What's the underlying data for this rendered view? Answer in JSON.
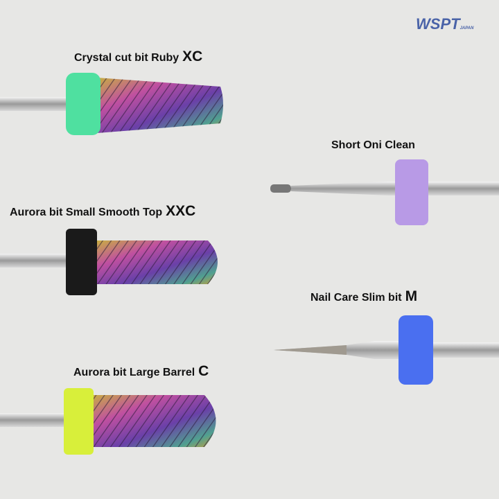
{
  "logo": {
    "text": "WSPT",
    "sub": "JAPAN"
  },
  "products": [
    {
      "name": "Crystal cut bit  Ruby",
      "grit": "XC",
      "collar_color": "#4fe0a0"
    },
    {
      "name": "Aurora bit Small Smooth Top",
      "grit": "XXC",
      "collar_color": "#1a1a1a"
    },
    {
      "name": "Aurora bit Large Barrel",
      "grit": "C",
      "collar_color": "#d8ef3a"
    },
    {
      "name": "Short Oni Clean",
      "grit": "",
      "collar_color": "#b89ae6"
    },
    {
      "name": "Nail Care Slim bit",
      "grit": "M",
      "collar_color": "#4a6ff0"
    }
  ]
}
